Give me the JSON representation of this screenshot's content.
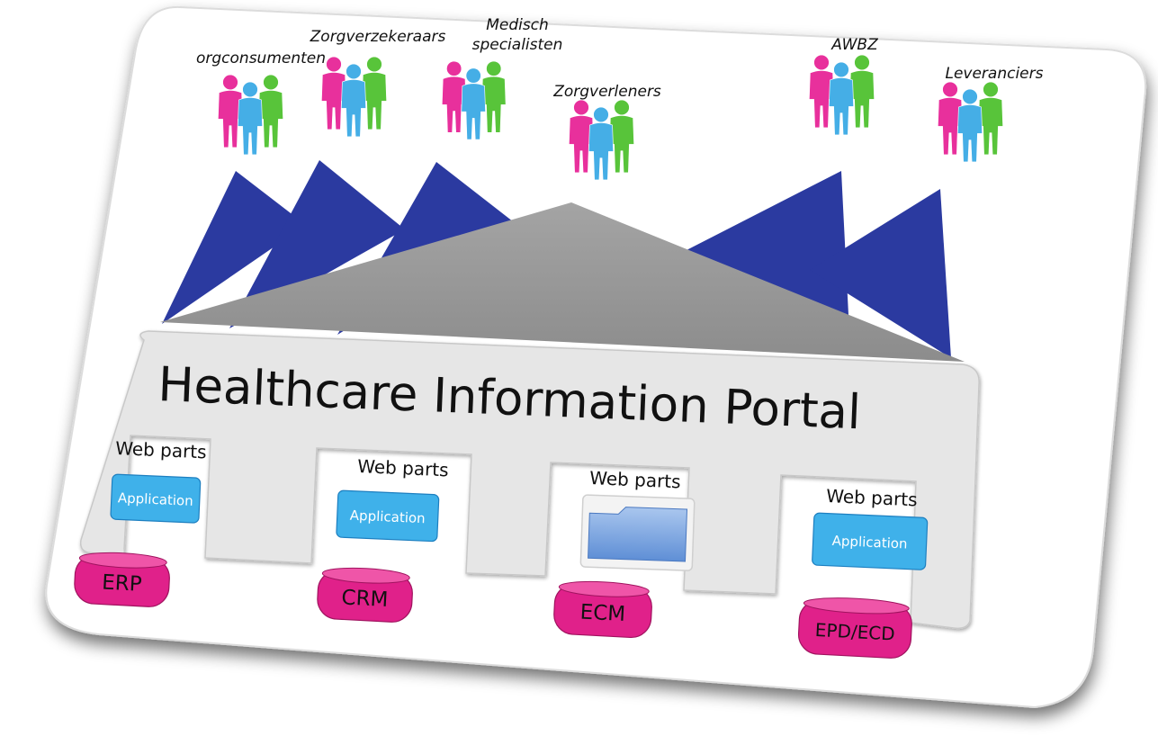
{
  "portal": {
    "title": "Healthcare Information Portal"
  },
  "stakeholders": [
    {
      "label_lines": [
        "orgconsumenten"
      ]
    },
    {
      "label_lines": [
        "Zorgverzekeraars"
      ]
    },
    {
      "label_lines": [
        "Medisch",
        "specialisten"
      ]
    },
    {
      "label_lines": [
        "Zorgverleners"
      ]
    },
    {
      "label_lines": [
        "AWBZ"
      ]
    },
    {
      "label_lines": [
        "Leveranciers"
      ]
    }
  ],
  "modules": [
    {
      "webparts_label": "Web parts",
      "content_label": "Application",
      "system": "ERP"
    },
    {
      "webparts_label": "Web parts",
      "content_label": "Application",
      "system": "CRM"
    },
    {
      "webparts_label": "Web parts",
      "content_label": "",
      "content_icon": "folder-icon",
      "system": "ECM"
    },
    {
      "webparts_label": "Web parts",
      "content_label": "Application",
      "system": "EPD/ECD"
    }
  ],
  "colors": {
    "person_pink": "#e8309c",
    "person_blue": "#45aee6",
    "person_green": "#58c43a",
    "triangle_blue": "#2b3aa0",
    "triangle_gray": "#9b9b9b",
    "portal_fill": "#e6e6e6",
    "application_blue": "#3fb1ea",
    "system_pink": "#e0218a",
    "card_border": "#d8d8d8"
  }
}
